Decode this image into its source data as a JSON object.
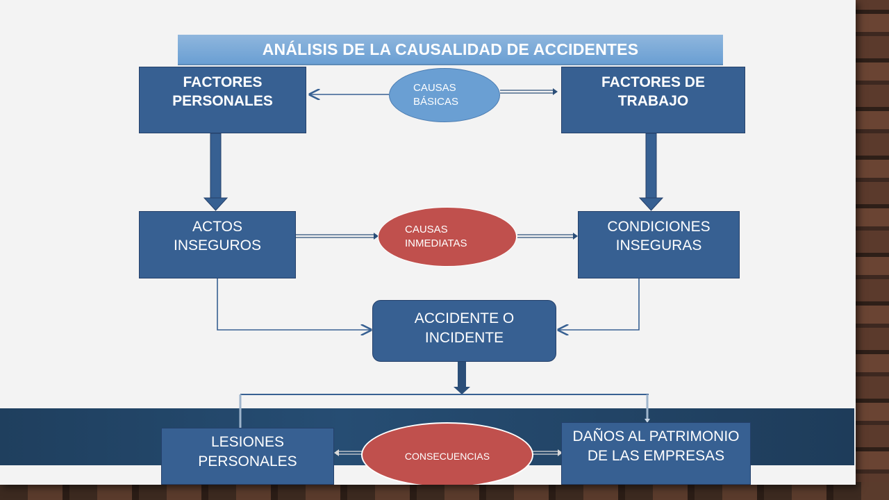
{
  "title": "ANÁLISIS DE LA CAUSALIDAD DE ACCIDENTES",
  "nodes": {
    "factores_personales": "FACTORES PERSONALES",
    "causas_basicas": "CAUSAS BÁSICAS",
    "factores_trabajo": "FACTORES DE TRABAJO",
    "actos_inseguros": "ACTOS INSEGUROS",
    "causas_inmediatas": "CAUSAS INMEDIATAS",
    "condiciones_inseguras": "CONDICIONES INSEGURAS",
    "accidente": "ACCIDENTE O INCIDENTE",
    "lesiones": "LESIONES PERSONALES",
    "consecuencias": "CONSECUENCIAS",
    "danos": "DAÑOS AL PATRIMONIO DE LAS EMPRESAS"
  },
  "colors": {
    "box": "#376092",
    "oval_blue": "#6a9fd3",
    "oval_red": "#c0504d",
    "title_bar": "#6a9fd3"
  }
}
